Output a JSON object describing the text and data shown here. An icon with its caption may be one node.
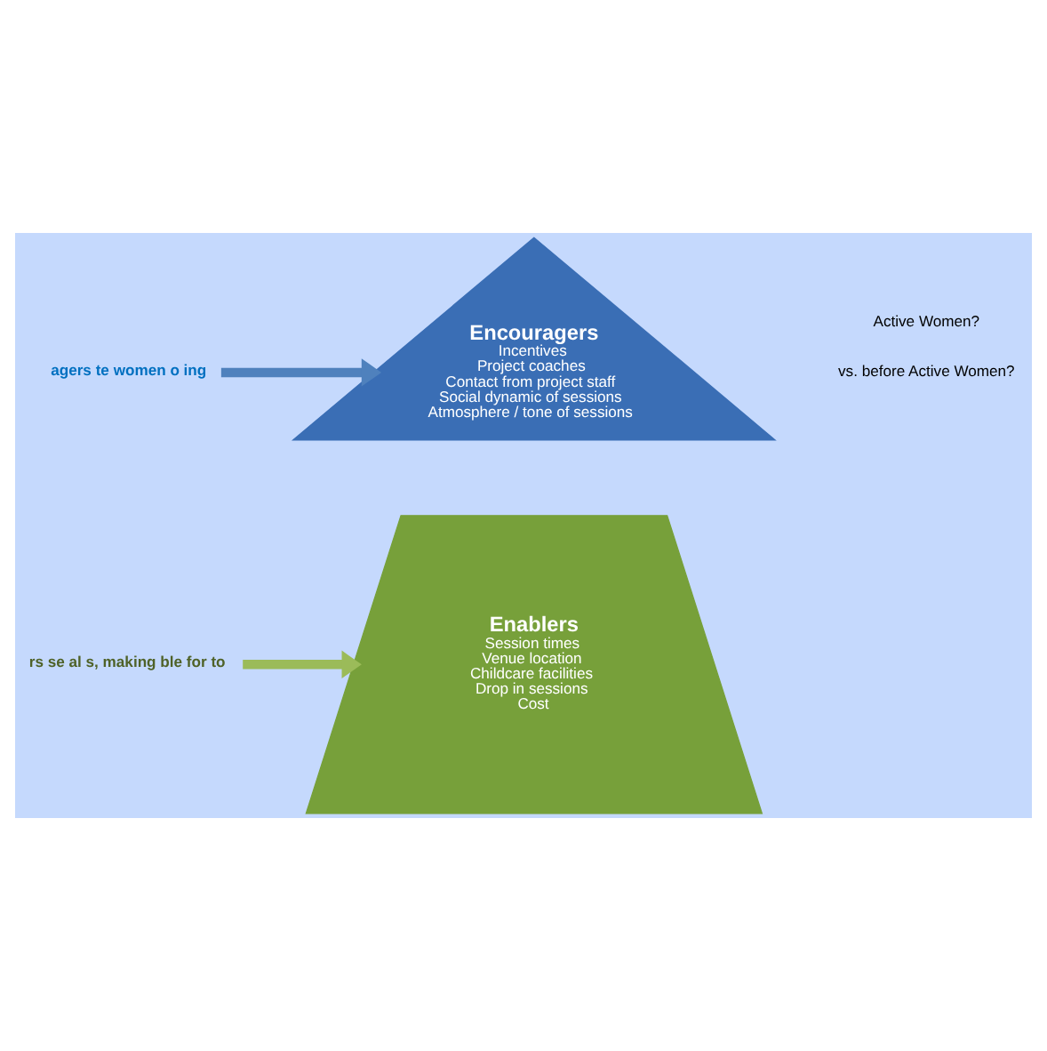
{
  "diagram": {
    "nodes": [
      {
        "text": [
          "agers te women o ing"
        ]
      },
      {
        "text": [
          "Encouragers",
          "Incentives",
          "Project coaches",
          "Contact from project staff",
          "Social dynamic of sessions",
          "Atmosphere / tone of sessions"
        ]
      },
      {
        "text": [
          "rs se al s, making ble for to"
        ]
      },
      {
        "text": [
          "Enablers",
          "Session times",
          "Venue location",
          "Childcare facilities",
          "Drop in sessions",
          "Cost"
        ]
      }
    ],
    "edges": [
      {
        "from": 0,
        "to": 1,
        "arrow": "to",
        "color": "#4f81bd"
      },
      {
        "from": 2,
        "to": 3,
        "arrow": "to",
        "color": "#9bbb59"
      }
    ],
    "labels": [
      "vs. before Active Women?",
      "Active Women?"
    ]
  }
}
